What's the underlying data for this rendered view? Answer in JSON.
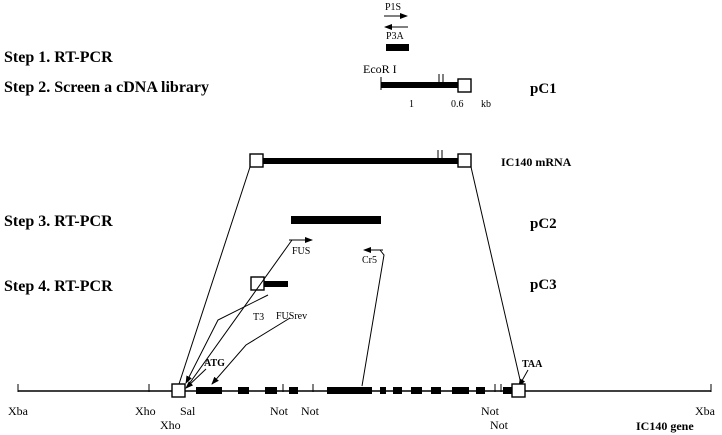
{
  "steps": {
    "step1": "Step 1. RT-PCR",
    "step2": "Step 2. Screen a cDNA library",
    "step3": "Step 3. RT-PCR",
    "step4": "Step 4. RT-PCR"
  },
  "clones": {
    "pc1": "pC1",
    "pc2": "pC2",
    "pc3": "pC3"
  },
  "primers": {
    "p1s": "P1S",
    "p3a": "P3A",
    "fus": "FUS",
    "cr5": "Cr5",
    "t3": "T3",
    "fusrev": "FUSrev"
  },
  "scale": {
    "tick_1": "1",
    "tick_06": "0.6",
    "unit": "kb"
  },
  "sites": {
    "ecori": "EcoR I",
    "xba_left": "Xba",
    "xho_1": "Xho",
    "sal": "Sal",
    "xho_2": "Xho",
    "not_1": "Not",
    "not_2": "Not",
    "not_3": "Not",
    "not_4": "Not",
    "xba_right": "Xba"
  },
  "features": {
    "atg": "ATG",
    "taa": "TAA",
    "mrna": "IC140 mRNA",
    "gene": "IC140 gene"
  },
  "colors": {
    "ink": "#000000",
    "background": "#ffffff"
  }
}
